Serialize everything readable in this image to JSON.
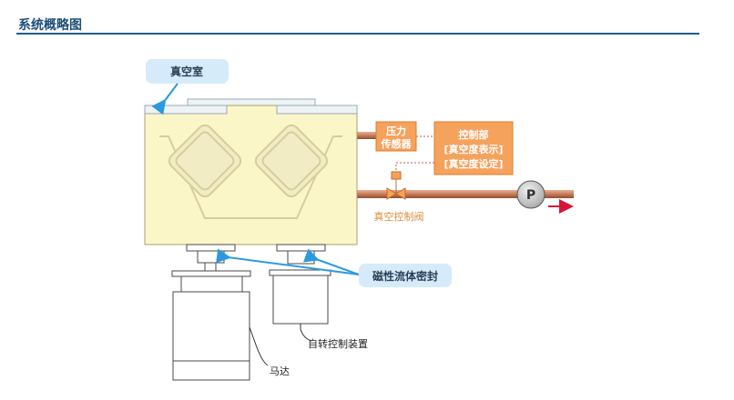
{
  "page": {
    "title": "系统概略图"
  },
  "diagram": {
    "vacuum_chamber_label": "真空室",
    "pressure_sensor_label": [
      "压力",
      "传感器"
    ],
    "controller_label": [
      "控制部",
      "[真空度表示]",
      "[真空度设定]"
    ],
    "pump_label": "P",
    "vacuum_valve_label": "真空控制阀",
    "magnetic_seal_label": "磁性流体密封",
    "rotation_control_label": "自转控制装置",
    "motor_label": "马达"
  },
  "colors": {
    "chamber_fill": "#fbf6c8",
    "chamber_stroke": "#c9c07a",
    "pipe": "#c97d58",
    "orange_box": "#f5a25d",
    "callout_fill": "#d6ebf9",
    "arrow_blue": "#2a9ae0",
    "pump_arrow": "#d4163a",
    "title": "#1d4f77"
  }
}
